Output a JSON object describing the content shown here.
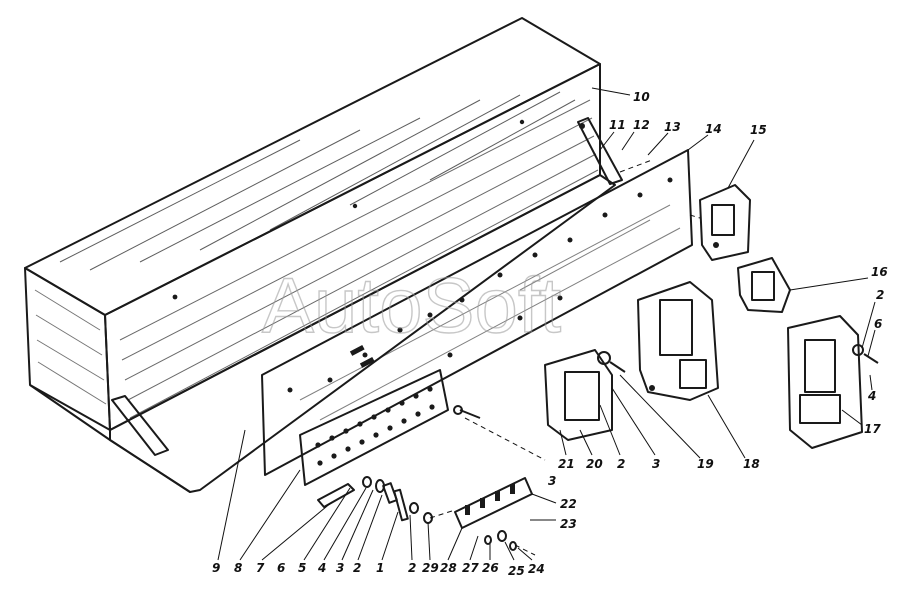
{
  "watermark": "AutoSoft",
  "callouts": {
    "c1": "10",
    "c2": "11",
    "c3": "12",
    "c4": "13",
    "c5": "14",
    "c6": "15",
    "c7": "16",
    "c8": "2",
    "c9": "6",
    "c10": "4",
    "c11": "17",
    "c12": "18",
    "c13": "19",
    "c14": "3",
    "c15": "2",
    "c16": "20",
    "c17": "21",
    "c18": "3",
    "c19": "22",
    "c20": "23",
    "c21": "24",
    "c22": "25",
    "c23": "26",
    "c24": "27",
    "c25": "28",
    "c26": "29",
    "c27": "2",
    "c28": "1",
    "c29": "2",
    "c30": "3",
    "c31": "4",
    "c32": "5",
    "c33": "6",
    "c34": "7",
    "c35": "8",
    "c36": "9"
  }
}
